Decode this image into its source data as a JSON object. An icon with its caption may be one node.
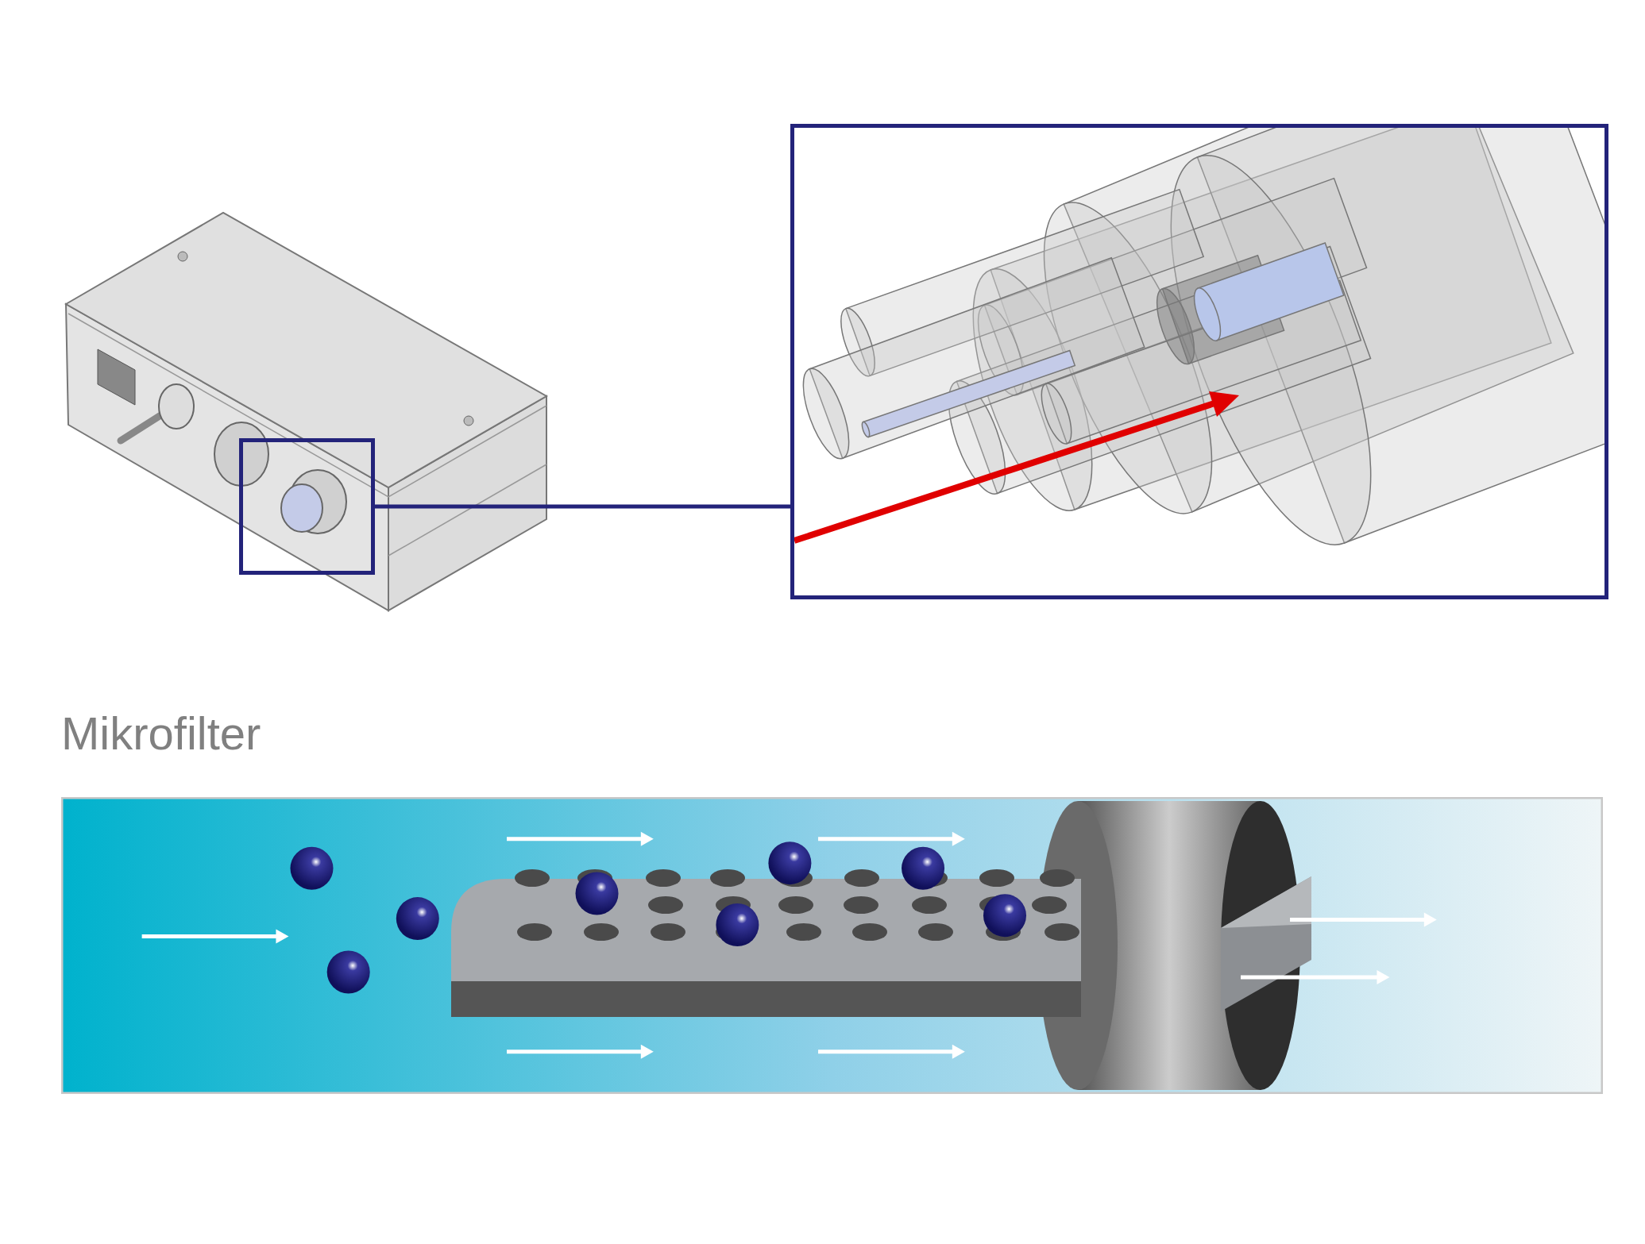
{
  "diagram": {
    "nodes": [
      {
        "text": [],
        "shape": "box"
      },
      {
        "text": [],
        "shape": "picture"
      },
      {
        "text": [
          "Mikrofilter"
        ]
      }
    ],
    "edges": [
      {
        "from": 0,
        "to": 1,
        "arrow": "none"
      }
    ]
  }
}
